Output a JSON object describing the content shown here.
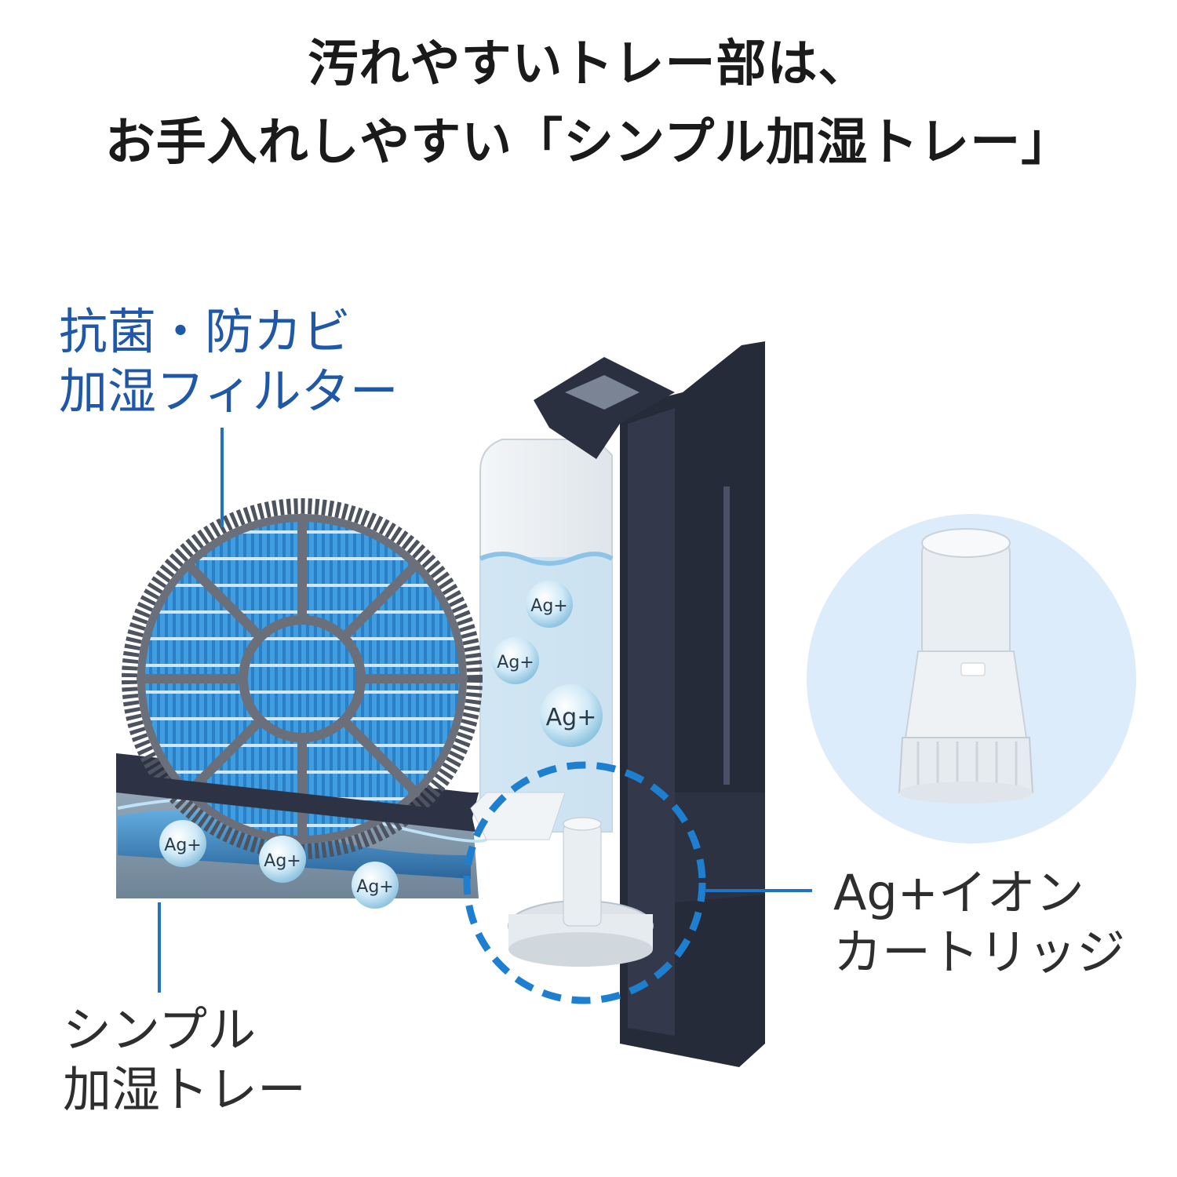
{
  "headline": {
    "line1": "汚れやすいトレー部は、",
    "line2": "お手入れしやすい「シンプル加湿トレー」"
  },
  "labels": {
    "filter": {
      "line1": "抗菌・防カビ",
      "line2": "加湿フィルター"
    },
    "tray": {
      "line1": "シンプル",
      "line2": "加湿トレー"
    },
    "cartridge": {
      "line1": "Ag+イオン",
      "line2": "カートリッジ"
    }
  },
  "ion_badge": "Ag+",
  "colors": {
    "filter_label": "#1f58a8",
    "leader_line": "#1f72c4",
    "dashed_circle": "#1e7fd0",
    "body_dark": "#262b3a",
    "filter_blue": "#3d9bdc",
    "cartridge_bg": "#dcecfa"
  }
}
